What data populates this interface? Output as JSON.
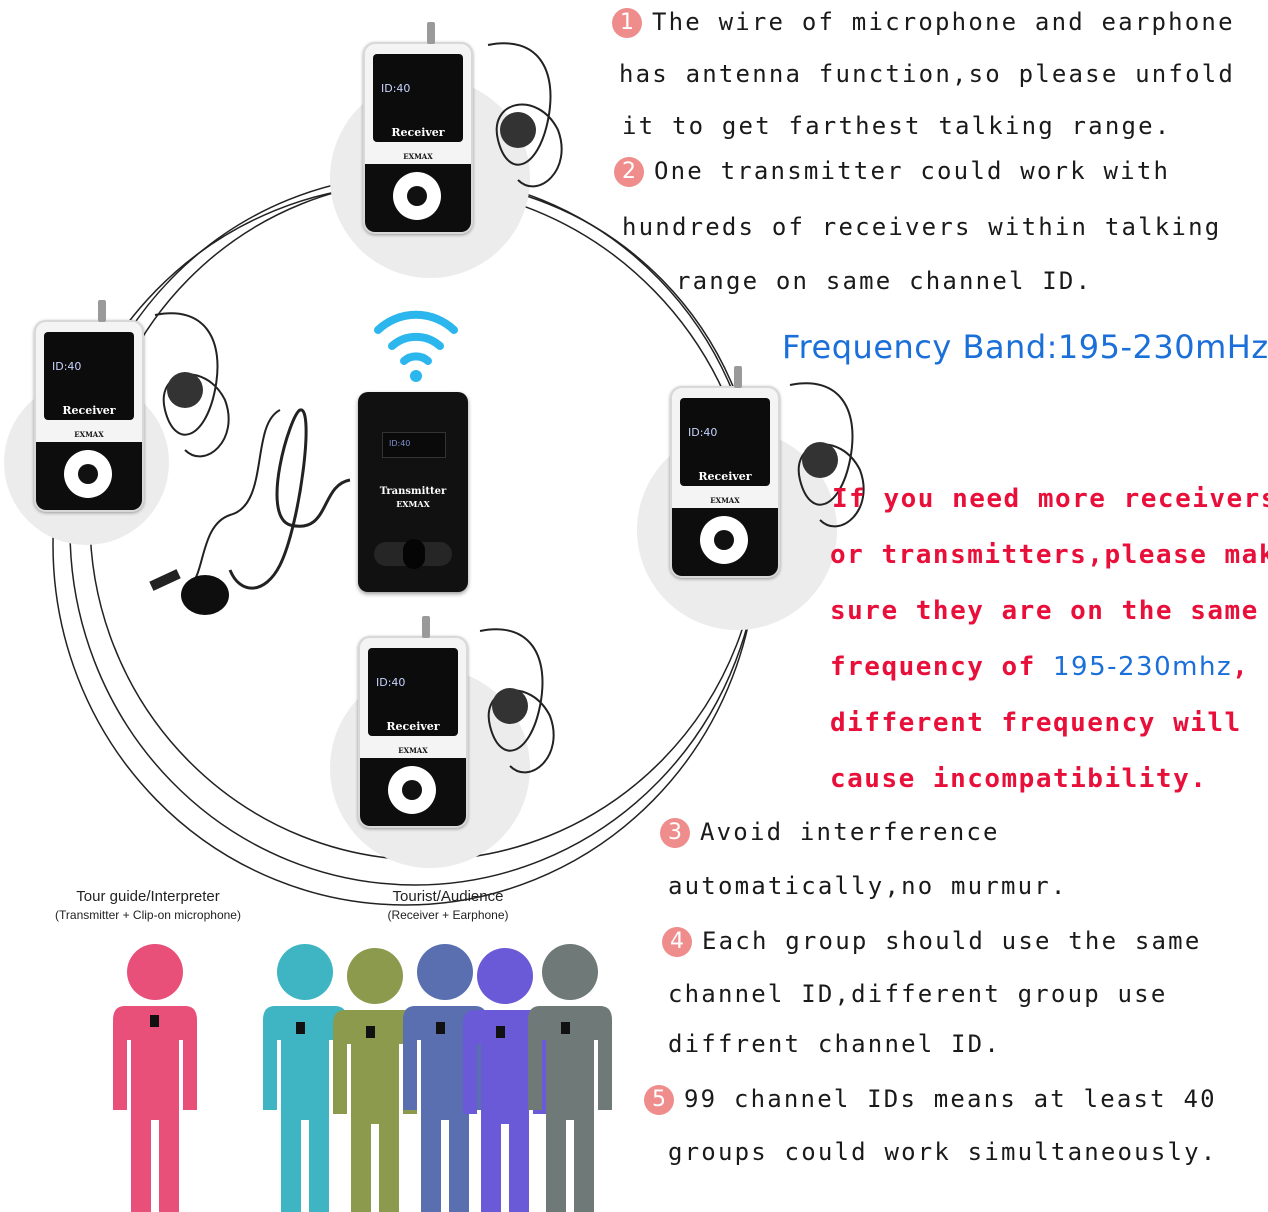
{
  "features": {
    "f1": {
      "num": "1",
      "line1": "The wire of microphone and earphone",
      "line2": "has antenna function,so please unfold",
      "line3": "it  to get farthest talking range."
    },
    "f2": {
      "num": "2",
      "line1": "One transmitter could work with",
      "line2": "hundreds of receivers within talking",
      "line3": "range on same channel ID."
    },
    "frequency_band": "Frequency Band:195-230mHz",
    "note": {
      "l1": "If you need more receivers",
      "l2": "or transmitters,please make",
      "l3": "sure they are on the same",
      "l4_a": "frequency of ",
      "l4_b": "195-230mhz",
      "l4_c": ",",
      "l5": "different frequency will",
      "l6": "cause incompatibility."
    },
    "f3": {
      "num": "3",
      "line1": "Avoid interference",
      "line2": "automatically,no murmur."
    },
    "f4": {
      "num": "4",
      "line1": "Each group should use the same",
      "line2": "channel ID,different group use",
      "line3": "diffrent  channel ID."
    },
    "f5": {
      "num": "5",
      "line1": "99 channel IDs means  at least 40",
      "line2": "groups could work simultaneously."
    }
  },
  "devices": {
    "receiver_label": "Receiver",
    "lcd_text": "ID:40",
    "brand": "EXMAX",
    "transmitter_label": "Transmitter",
    "transmitter_brand": "EXMAX",
    "transmitter_screen": "ID:40"
  },
  "captions": {
    "guide_title": "Tour guide/Interpreter",
    "guide_sub": "(Transmitter + Clip-on microphone)",
    "tourist_title": "Tourist/Audience",
    "tourist_sub": "(Receiver + Earphone)"
  },
  "colors": {
    "number_badge": "#ef8d8d",
    "frequency_blue": "#1b6fd9",
    "warning_red": "#e8103a",
    "guide_person": "#e8507a",
    "tourists": [
      "#3fb5c4",
      "#8c9a4e",
      "#5a6fb0",
      "#6a5ad8",
      "#6f7a78"
    ]
  },
  "icons": {
    "wifi": "wifi-icon",
    "person": "person-icon"
  }
}
